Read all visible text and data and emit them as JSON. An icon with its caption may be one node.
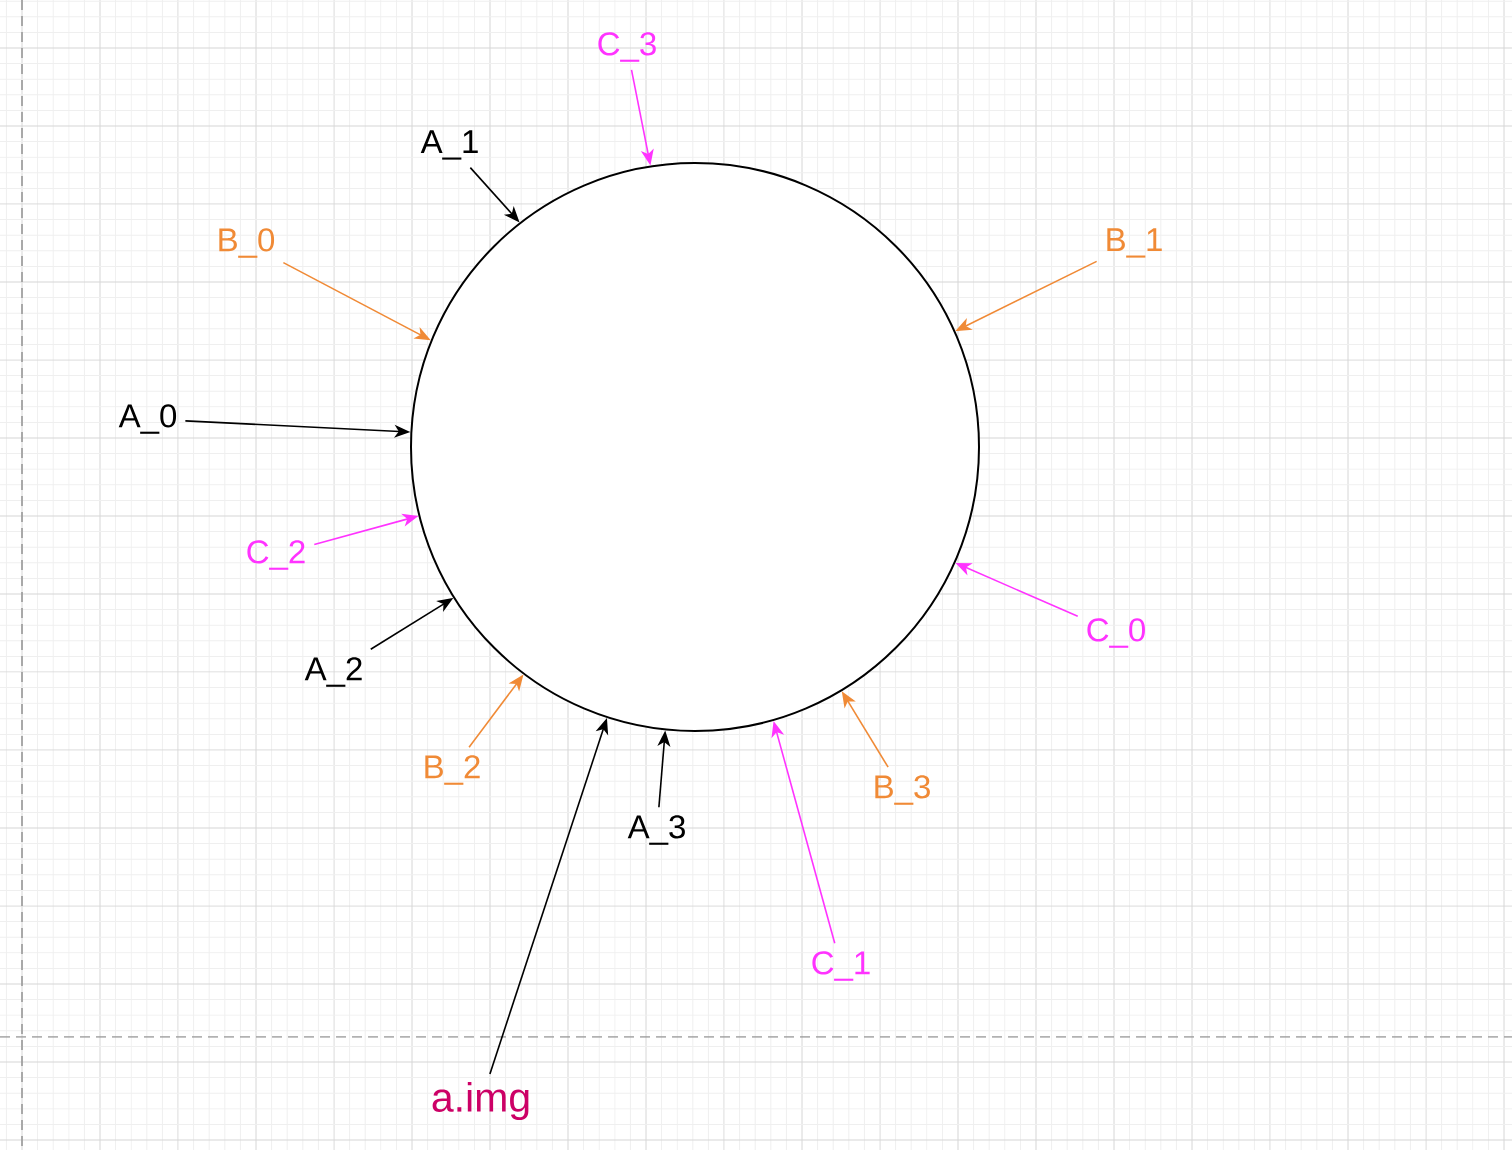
{
  "diagram": {
    "nodes": [
      {
        "text": [],
        "shape": "circle"
      },
      {
        "text": [
          "C_3"
        ]
      },
      {
        "text": [
          "A_1"
        ]
      },
      {
        "text": [
          "B_0"
        ]
      },
      {
        "text": [
          "B_1"
        ]
      },
      {
        "text": [
          "A_0"
        ]
      },
      {
        "text": [
          "C_2"
        ]
      },
      {
        "text": [
          "C_0"
        ]
      },
      {
        "text": [
          "A_2"
        ]
      },
      {
        "text": [
          "B_2"
        ]
      },
      {
        "text": [
          "B_3"
        ]
      },
      {
        "text": [
          "A_3"
        ]
      },
      {
        "text": [
          "C_1"
        ]
      },
      {
        "text": [
          "a.img"
        ]
      }
    ],
    "edges": [
      {
        "from": 1,
        "to": 0,
        "arrow": "to",
        "color": "#ff33ff"
      },
      {
        "from": 2,
        "to": 0,
        "arrow": "to"
      },
      {
        "from": 3,
        "to": 0,
        "arrow": "to",
        "color": "#f08a36"
      },
      {
        "from": 4,
        "to": 0,
        "arrow": "to",
        "color": "#f08a36"
      },
      {
        "from": 5,
        "to": 0,
        "arrow": "to"
      },
      {
        "from": 6,
        "to": 0,
        "arrow": "to",
        "color": "#ff33ff"
      },
      {
        "from": 7,
        "to": 0,
        "arrow": "to",
        "color": "#ff33ff"
      },
      {
        "from": 8,
        "to": 0,
        "arrow": "to"
      },
      {
        "from": 9,
        "to": 0,
        "arrow": "to",
        "color": "#f08a36"
      },
      {
        "from": 10,
        "to": 0,
        "arrow": "to",
        "color": "#f08a36"
      },
      {
        "from": 11,
        "to": 0,
        "arrow": "to"
      },
      {
        "from": 12,
        "to": 0,
        "arrow": "to",
        "color": "#ff33ff"
      },
      {
        "from": 13,
        "to": 0,
        "arrow": "to"
      }
    ]
  }
}
